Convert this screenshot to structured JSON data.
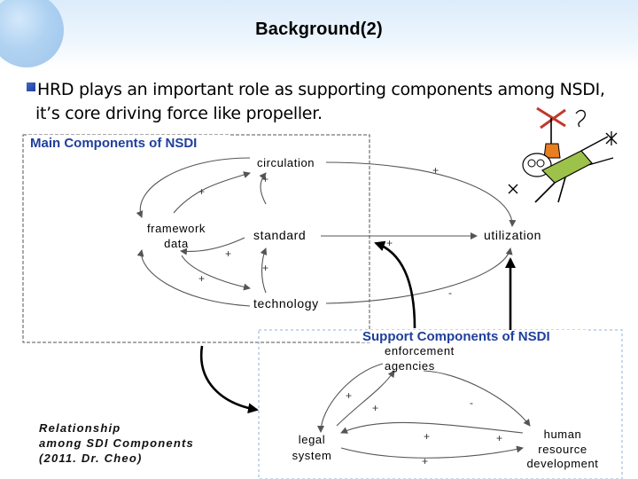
{
  "slide": {
    "title": "Background(2)",
    "bullet_line1": "HRD plays an important role as supporting components among NSDI,",
    "bullet_line2": "it’s core driving force like propeller."
  },
  "main_box": {
    "title": "Main Components of NSDI",
    "nodes": {
      "circulation": "circulation",
      "framework_line1": "framework",
      "framework_line2": "data",
      "standard": "standard",
      "utilization": "utilization",
      "technology": "technology"
    }
  },
  "support_box": {
    "title": "Support Components of NSDI",
    "nodes": {
      "enforcement_line1": "enforcement",
      "enforcement_line2": "agencies",
      "legal_line1": "legal",
      "legal_line2": "system",
      "hr_line1": "human",
      "hr_line2": "resource",
      "hr_line3": "development"
    }
  },
  "signs": {
    "plus": "+",
    "minus": "-"
  },
  "caption": {
    "line1": "Relationship",
    "line2": "among SDI Components",
    "line3": "(2011. Dr. Cheo)"
  },
  "colors": {
    "box_title": "#1f3f9c",
    "support_title": "#1f3f9c",
    "loop_line": "#555555",
    "sign_color": "#333333",
    "dashed_border": "#555555"
  }
}
